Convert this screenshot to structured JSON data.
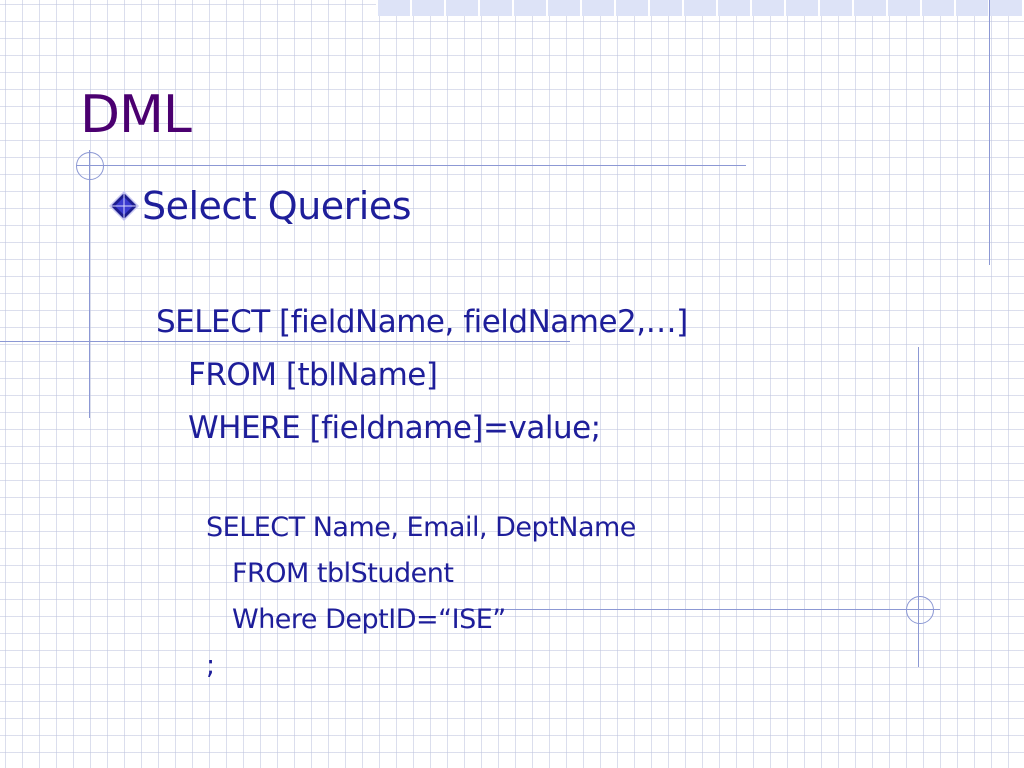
{
  "slide": {
    "title": "DML",
    "bullet": "Select Queries",
    "syntax": [
      "SELECT [fieldName, fieldName2,…]",
      "FROM [tblName]",
      "WHERE [fieldname]=value;"
    ],
    "example": [
      "SELECT Name, Email, DeptName",
      "FROM tblStudent",
      "Where DeptID=“ISE”",
      ";"
    ]
  },
  "colors": {
    "title": "#4b0070",
    "text": "#1e1e9a",
    "decor_lines": "#8c98d4",
    "top_bar": "#dde3f7"
  },
  "icons": {
    "bullet": "diamond-bullet-icon"
  }
}
